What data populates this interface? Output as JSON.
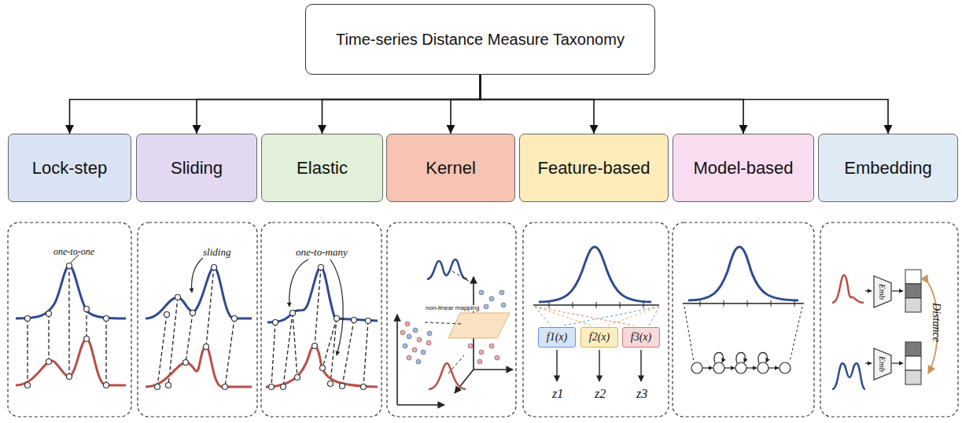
{
  "diagram": {
    "nodes": [
      {
        "text": [
          "Time-series Distance Measure Taxonomy"
        ]
      },
      {
        "text": [
          "Lock-step"
        ]
      },
      {
        "text": [
          "Sliding"
        ]
      },
      {
        "text": [
          "Elastic"
        ]
      },
      {
        "text": [
          "Kernel"
        ]
      },
      {
        "text": [
          "Feature-based"
        ]
      },
      {
        "text": [
          "Model-based"
        ]
      },
      {
        "text": [
          "Embedding"
        ]
      },
      {
        "text": [
          "f1(x)"
        ]
      },
      {
        "text": [
          "f2(x)"
        ]
      },
      {
        "text": [
          "f3(x)"
        ]
      },
      {
        "text": [
          "Emb"
        ]
      },
      {
        "text": [
          "Emb"
        ]
      }
    ],
    "edges": [
      {
        "from": 0,
        "to": 1,
        "arrow": "to"
      },
      {
        "from": 0,
        "to": 2,
        "arrow": "to"
      },
      {
        "from": 0,
        "to": 3,
        "arrow": "to"
      },
      {
        "from": 0,
        "to": 4,
        "arrow": "to"
      },
      {
        "from": 0,
        "to": 5,
        "arrow": "to"
      },
      {
        "from": 0,
        "to": 6,
        "arrow": "to"
      },
      {
        "from": 0,
        "to": 7,
        "arrow": "to"
      }
    ],
    "labels": [
      "one-to-one",
      "sliding",
      "one-to-many",
      "non-linear mapping",
      "z1",
      "z2",
      "z3",
      "Distance"
    ]
  }
}
